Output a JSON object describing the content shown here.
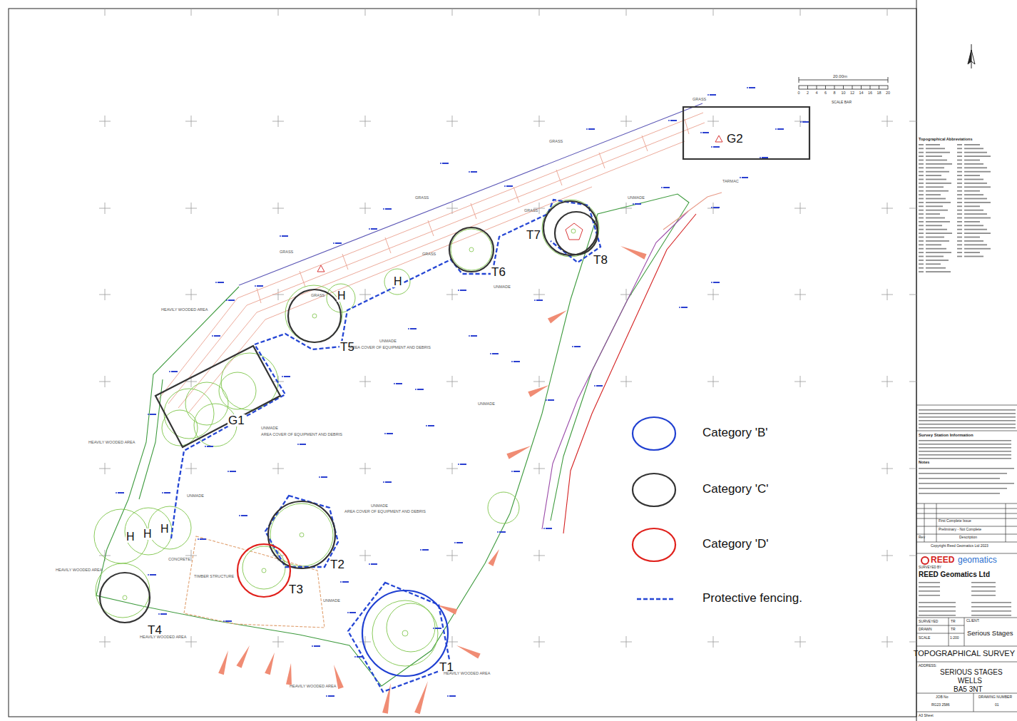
{
  "diagram": {
    "title": "TOPOGRAPHICAL SURVEY",
    "nodes": [
      {
        "text": [
          "G2"
        ]
      },
      {
        "text": [
          "T7"
        ]
      },
      {
        "text": [
          "T8"
        ]
      },
      {
        "text": [
          "T6"
        ]
      },
      {
        "text": [
          "T5"
        ]
      },
      {
        "text": [
          "G1"
        ]
      },
      {
        "text": [
          "T2"
        ]
      },
      {
        "text": [
          "T3"
        ]
      },
      {
        "text": [
          "T4"
        ]
      },
      {
        "text": [
          "T1"
        ]
      }
    ],
    "labels": [
      "GRASS",
      "GRASS",
      "GRASS",
      "GRASS",
      "GRASS",
      "GRASS",
      "GRASS",
      "TARMAC",
      "UNMADE",
      "UNMADE",
      "UNMADE",
      "AREA COVER OF EQUIPMENT AND DEBRIS",
      "UNMADE",
      "AREA COVER OF EQUIPMENT AND DEBRIS",
      "UNMADE",
      "UNMADE",
      "UNMADE",
      "AREA COVER OF EQUIPMENT AND DEBRIS",
      "UNMADE",
      "CONCRETE",
      "TIMBER STRUCTURE",
      "HEAVILY WOODED AREA",
      "HEAVILY WOODED AREA",
      "HEAVILY WOODED AREA",
      "HEAVILY WOODED AREA",
      "HEAVILY WOODED AREA",
      "HEAVILY WOODED AREA",
      "H",
      "H",
      "H",
      "H",
      "H",
      "20.00m",
      "0",
      "2",
      "4",
      "6",
      "8",
      "10",
      "12",
      "14",
      "16",
      "18",
      "20",
      "SCALE BAR",
      "Topographical Abbreviations",
      "Survey Station Information",
      "Notes",
      "First Complete Issue",
      "Preliminary - Not Complete",
      "Rev",
      "Description",
      "Copyright Reed Geomatics Ltd 2023",
      "REED",
      "geomatics",
      "SURVEYED BY",
      "REED Geomatics Ltd",
      "SURVEYED",
      "TR",
      "DRAWN",
      "TR",
      "SCALE",
      "1:200",
      "CLIENT:",
      "Serious Stages",
      "ADDRESS:",
      "SERIOUS STAGES",
      "WELLS",
      "BA5 3NT",
      "JOB No",
      "RG23 2586",
      "DRAWING NUMBER",
      "01",
      "A3 Sheet"
    ],
    "legend": [
      {
        "text": "Category 'B'"
      },
      {
        "text": "Category 'C'"
      },
      {
        "text": "Category 'D'"
      },
      {
        "text": "Protective fencing."
      }
    ]
  }
}
